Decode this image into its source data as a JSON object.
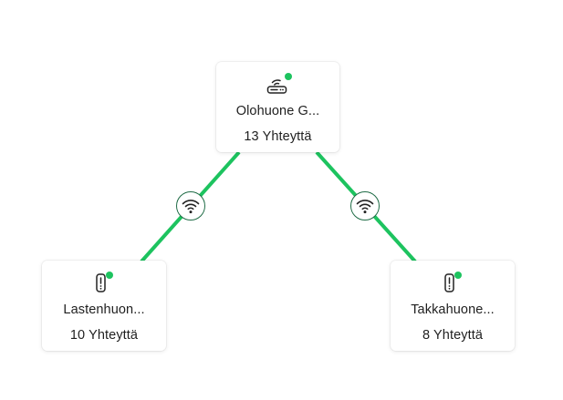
{
  "colors": {
    "link": "#1dc35f",
    "status_online": "#1dc35f",
    "badge_border": "#1e6b45",
    "icon": "#222222"
  },
  "nodes": [
    {
      "id": "gateway",
      "type": "gateway",
      "icon": "router-icon",
      "name": "Olohuone G...",
      "connections": "13 Yhteyttä",
      "status": "online"
    },
    {
      "id": "left",
      "type": "extender",
      "icon": "extender-icon",
      "name": "Lastenhuon...",
      "connections": "10 Yhteyttä",
      "status": "online"
    },
    {
      "id": "right",
      "type": "extender",
      "icon": "extender-icon",
      "name": "Takkahuone...",
      "connections": "8 Yhteyttä",
      "status": "online"
    }
  ],
  "links": [
    {
      "from": "gateway",
      "to": "left",
      "type": "wifi",
      "icon": "wifi-icon"
    },
    {
      "from": "gateway",
      "to": "right",
      "type": "wifi",
      "icon": "wifi-icon"
    }
  ]
}
